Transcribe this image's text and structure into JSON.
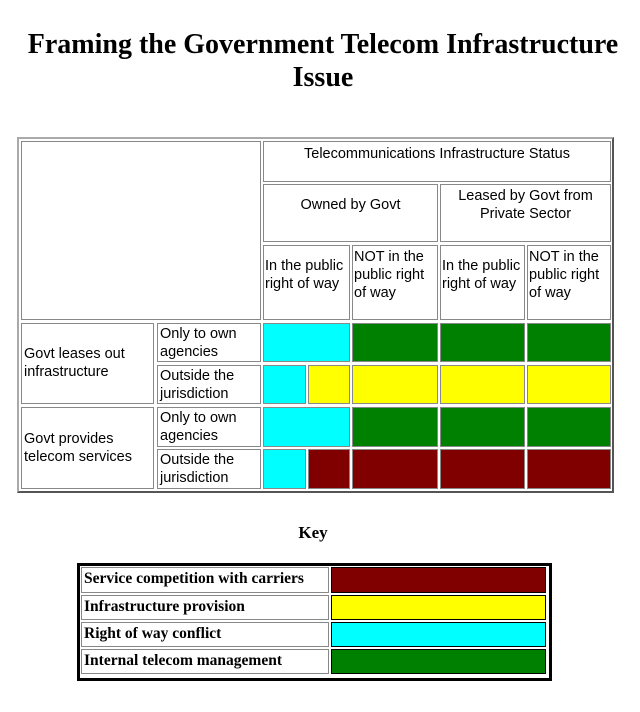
{
  "title": "Framing the Government Telecom Infrastructure Issue",
  "colors": {
    "service": "#800000",
    "infra": "#ffff00",
    "row": "#00ffff",
    "internal": "#008000"
  },
  "table": {
    "status_header": "Telecommunications Infrastructure Status",
    "owned": "Owned by Govt",
    "leased": "Leased by Govt from Private Sector",
    "sub": [
      "In the public right of way",
      "NOT in the public right of way",
      "In the public right of way",
      "NOT in the public right of way"
    ],
    "groups": [
      "Govt leases out infrastructure",
      "Govt provides telecom services"
    ],
    "scopes": [
      "Only to own agencies",
      "Outside the jurisdiction",
      "Only to own agencies",
      "Outside the jurisdiction"
    ]
  },
  "key": {
    "title": "Key",
    "items": [
      {
        "label": "Service competition with carriers",
        "color": "#800000"
      },
      {
        "label": "Infrastructure provision",
        "color": "#ffff00"
      },
      {
        "label": "Right of way conflict",
        "color": "#00ffff"
      },
      {
        "label": "Internal telecom management",
        "color": "#008000"
      }
    ]
  }
}
